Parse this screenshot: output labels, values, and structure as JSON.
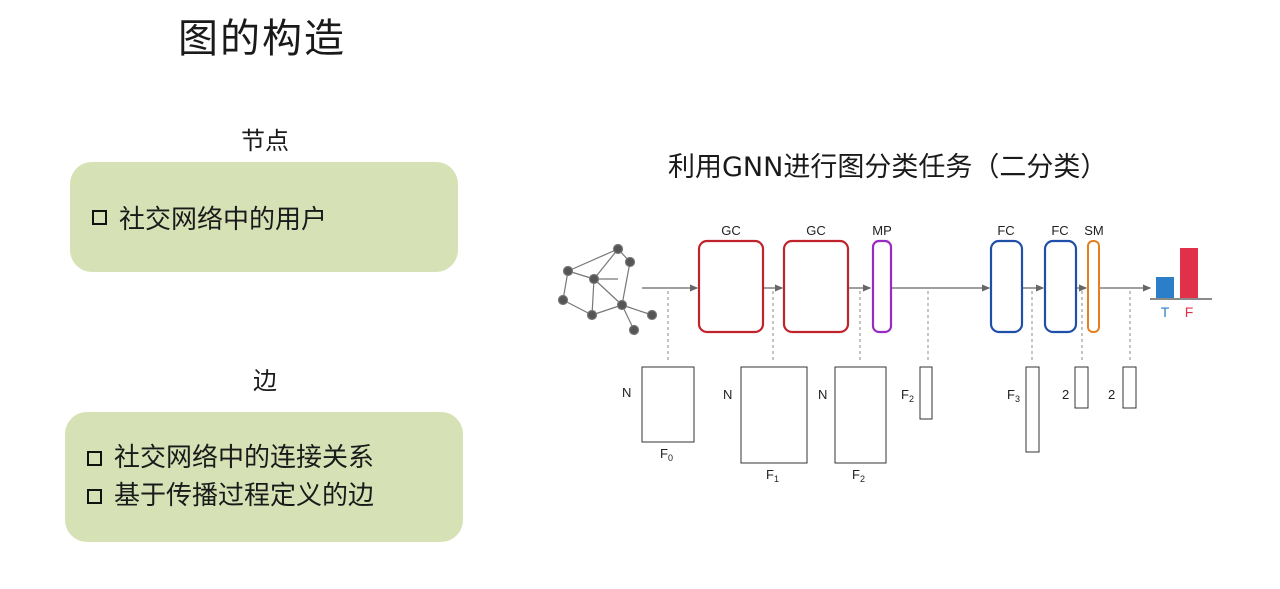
{
  "title": "图的构造",
  "nodes_section": {
    "heading": "节点",
    "items": [
      "社交网络中的用户"
    ]
  },
  "edges_section": {
    "heading": "边",
    "items": [
      "社交网络中的连接关系",
      "基于传播过程定义的边"
    ]
  },
  "diagram": {
    "title": "利用GNN进行图分类任务（二分类）",
    "layers": [
      "GC",
      "GC",
      "MP",
      "FC",
      "FC",
      "SM"
    ],
    "dims": {
      "n": "N",
      "two": "2",
      "f0": "F",
      "f0_sub": "0",
      "f1": "F",
      "f1_sub": "1",
      "f2": "F",
      "f2_sub": "2",
      "f3": "F",
      "f3_sub": "3"
    },
    "outputs": {
      "t": "T",
      "f": "F"
    },
    "colors": {
      "gc": "#c0232b",
      "mp": "#9a2bc2",
      "fc": "#1f4fa8",
      "sm": "#e57f1f",
      "out_t": "#2a7fc8",
      "out_f": "#e0304a",
      "node": "#555555",
      "arrow": "#666666"
    }
  }
}
